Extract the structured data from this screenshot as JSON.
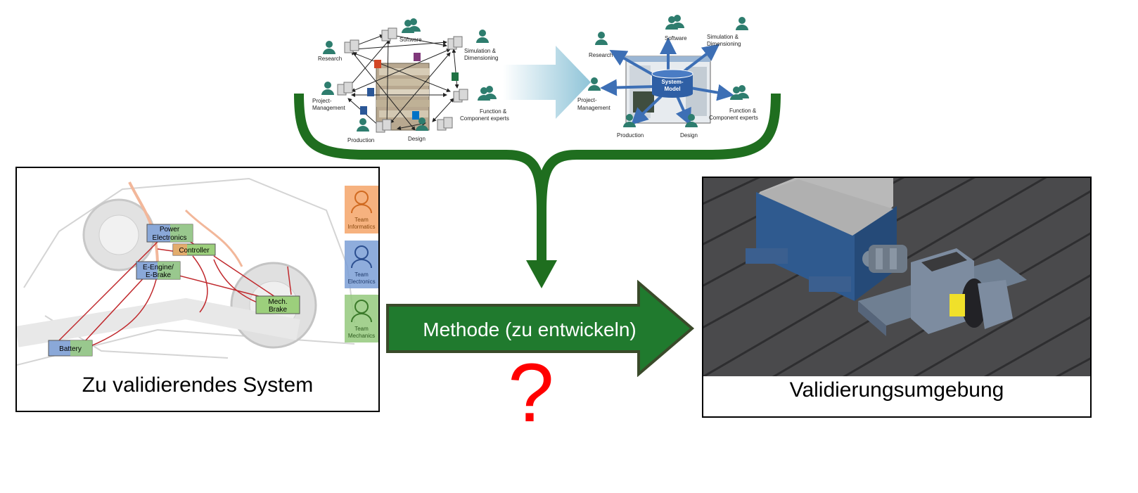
{
  "top_left": {
    "roles": {
      "research": "Research",
      "software": "Software",
      "simulation": "Simulation &",
      "simulation2": "Dimensioning",
      "project": "Project-",
      "project2": "Management",
      "function": "Function &",
      "function2": "Component experts",
      "production": "Production",
      "design": "Design"
    }
  },
  "top_right": {
    "roles": {
      "research": "Research",
      "software": "Software",
      "simulation": "Simulation &",
      "simulation2": "Dimensioning",
      "project": "Project-",
      "project2": "Management",
      "function": "Function &",
      "function2": "Component experts",
      "production": "Production",
      "design": "Design"
    },
    "model_line1": "System-",
    "model_line2": "Model"
  },
  "left_panel": {
    "caption": "Zu validierendes System",
    "blocks": {
      "power1": "Power",
      "power2": "Electronics",
      "controller": "Controller",
      "engine1": "E-Engine/",
      "engine2": "E-Brake",
      "brake1": "Mech.",
      "brake2": "Brake",
      "battery": "Battery"
    },
    "teams": {
      "informatics1": "Team",
      "informatics2": "Informatics",
      "electronics1": "Team",
      "electronics2": "Electronics",
      "mechanics1": "Team",
      "mechanics2": "Mechanics"
    }
  },
  "right_panel": {
    "caption": "Validierungsumgebung"
  },
  "method_arrow": {
    "label": "Methode (zu entwickeln)"
  },
  "question_mark": "?",
  "colors": {
    "bracket_green": "#1f6e1f",
    "method_fill": "#207a2e",
    "method_border": "#3a4a2a",
    "question_red": "#ff0000",
    "block_blue": "#8aa8d8",
    "block_green": "#9ccf7c",
    "team_orange": "#f4a469",
    "team_blue": "#7b9fd6",
    "team_green": "#94c97c"
  }
}
